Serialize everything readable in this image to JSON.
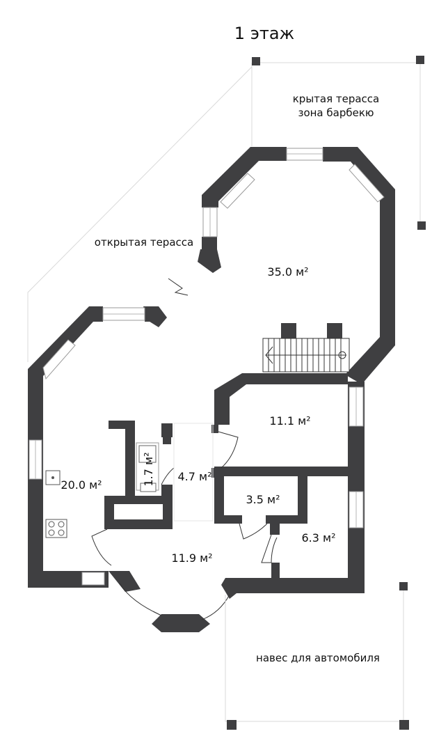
{
  "floor_title": "1 этаж",
  "zones": {
    "covered_terrace_line1": "крытая терасса",
    "covered_terrace_line2": "зона барбекю",
    "open_terrace": "открытая терасса",
    "carport": "навес для автомобиля"
  },
  "rooms": [
    {
      "id": "hall_big",
      "area": "35.0 м²"
    },
    {
      "id": "room_a",
      "area": "11.1 м²"
    },
    {
      "id": "kitchen",
      "area": "20.0 м²"
    },
    {
      "id": "bath",
      "area": "1.7 м²"
    },
    {
      "id": "corridor",
      "area": "4.7 м²"
    },
    {
      "id": "storage",
      "area": "3.5 м²"
    },
    {
      "id": "room_b",
      "area": "6.3 м²"
    },
    {
      "id": "entry",
      "area": "11.9 м²"
    }
  ],
  "colors": {
    "wall": "#3f3f41",
    "background": "#ffffff"
  }
}
